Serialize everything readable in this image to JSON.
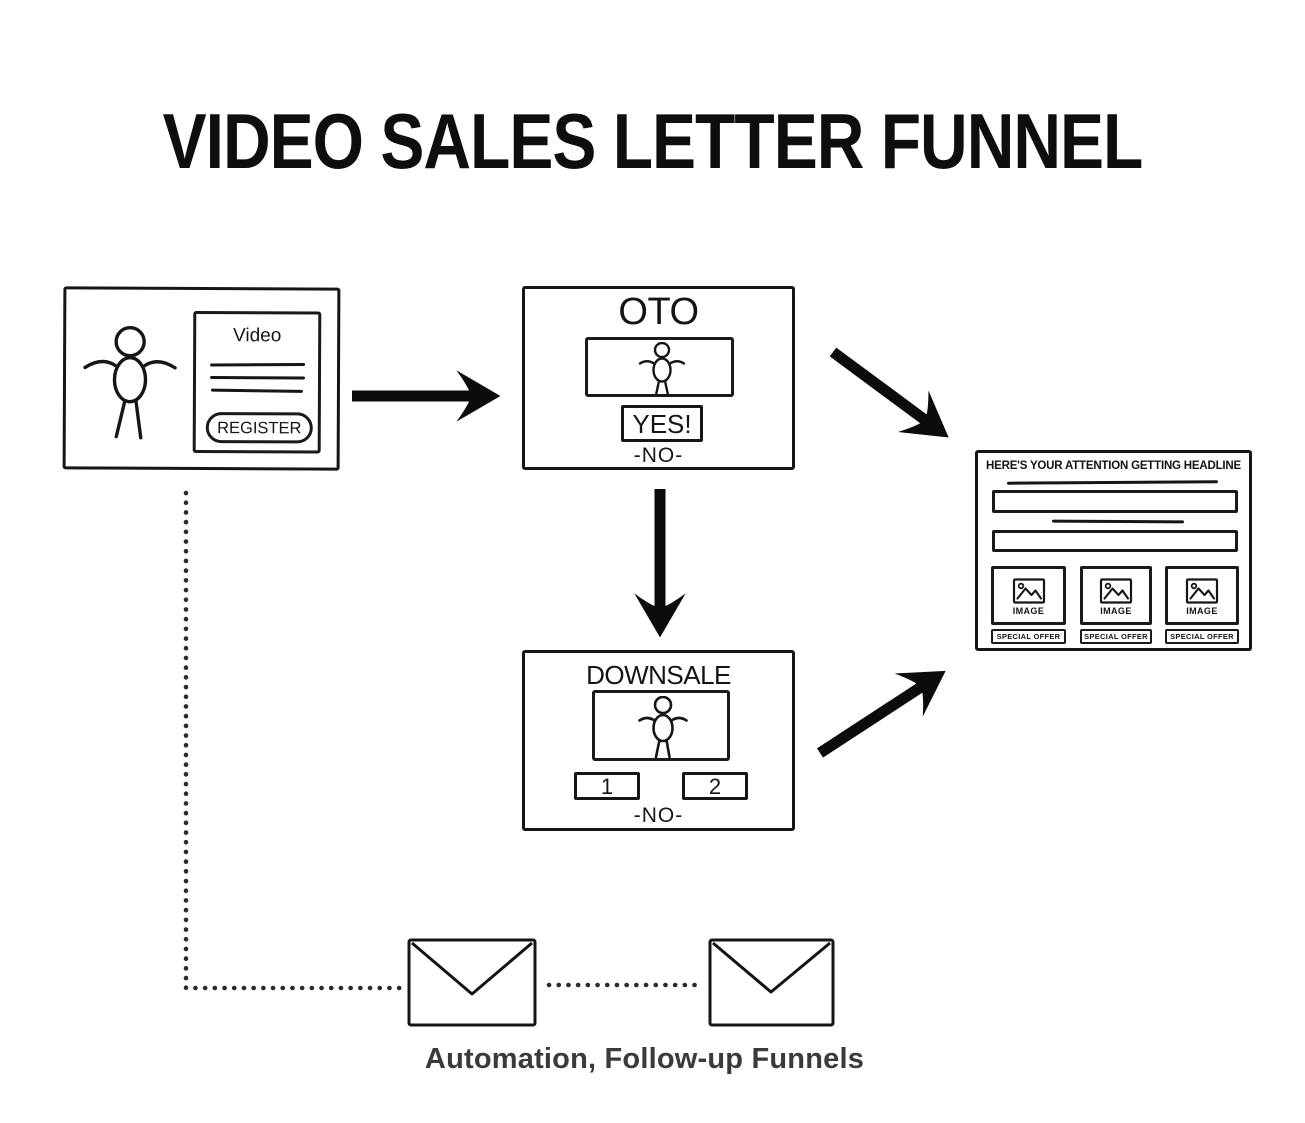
{
  "title": "VIDEO SALES LETTER FUNNEL",
  "colors": {
    "ink": "#111111",
    "caption_text": "#3a3a3a",
    "background": "#ffffff"
  },
  "icons": {
    "presenter": "stick-figure-icon",
    "email": "envelope-icon",
    "image_placeholder": "photo-icon"
  },
  "registration_page": {
    "video_label": "Video",
    "register_button": "REGISTER"
  },
  "oto_page": {
    "title": "OTO",
    "yes_button": "YES!",
    "no_link": "-NO-"
  },
  "downsale_page": {
    "title": "DOWNSALE",
    "option_1_button": "1",
    "option_2_button": "2",
    "no_link": "-NO-"
  },
  "sales_letter_page": {
    "headline": "HERE'S YOUR ATTENTION GETTING HEADLINE",
    "offers": [
      {
        "image_label": "IMAGE",
        "offer_label": "SPECIAL OFFER"
      },
      {
        "image_label": "IMAGE",
        "offer_label": "SPECIAL OFFER"
      },
      {
        "image_label": "IMAGE",
        "offer_label": "SPECIAL OFFER"
      }
    ]
  },
  "followup": {
    "caption": "Automation, Follow-up Funnels"
  }
}
